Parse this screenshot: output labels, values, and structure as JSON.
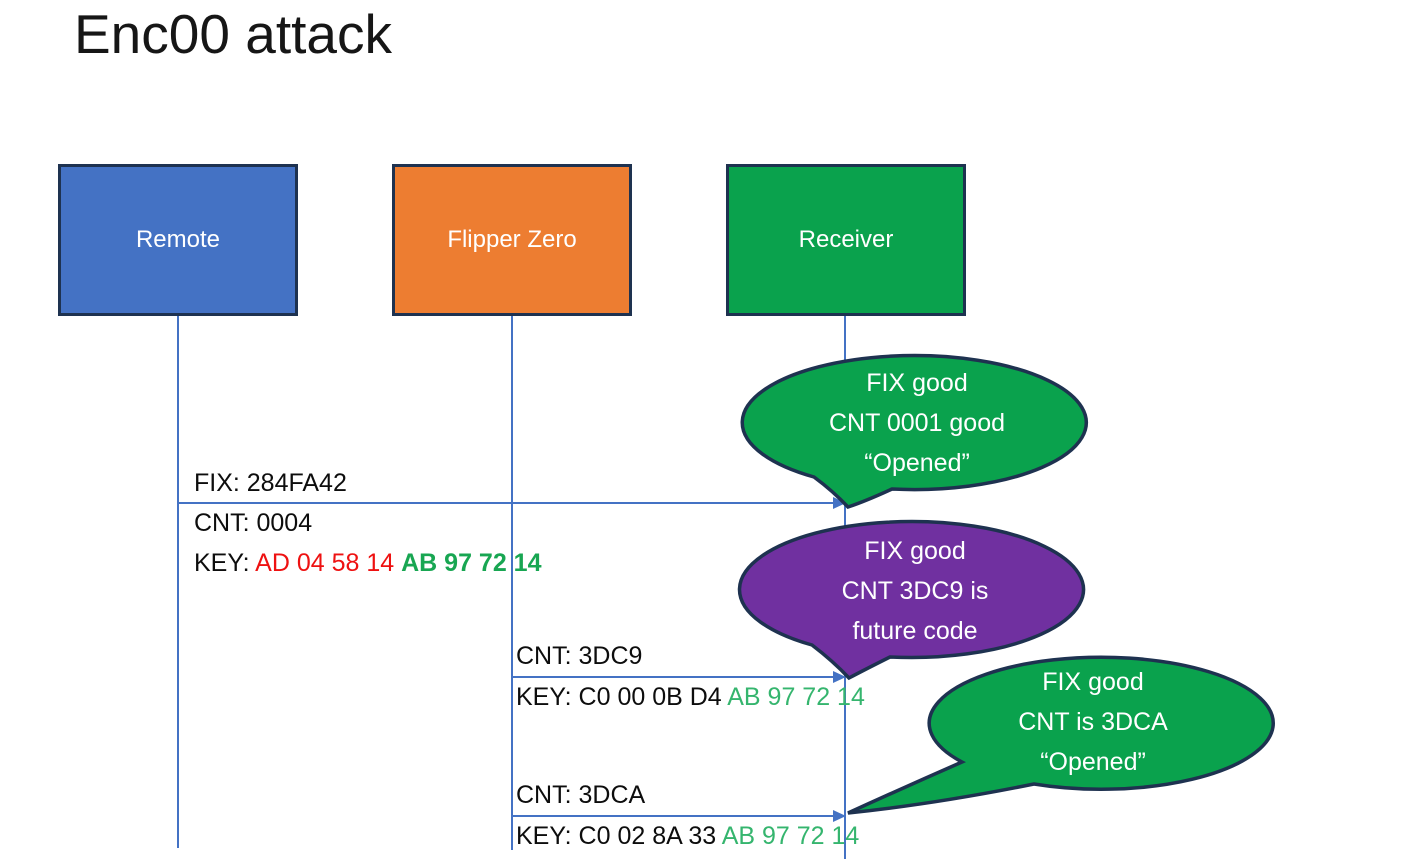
{
  "title": "Enc00 attack",
  "actors": [
    {
      "label": "Remote",
      "fill": "#4472C4"
    },
    {
      "label": "Flipper Zero",
      "fill": "#ED7D31"
    },
    {
      "label": "Receiver",
      "fill": "#0AA24D"
    }
  ],
  "messages": [
    {
      "fix": "FIX: 284FA42",
      "cnt": "CNT: 0004",
      "key_prefix": "KEY: ",
      "key_red": "AD 04 58 14 ",
      "key_green": "AB 97 72 14"
    },
    {
      "cnt": "CNT: 3DC9",
      "key_prefix": "KEY: C0 00 0B D4 ",
      "key_green": "AB 97 72 14"
    },
    {
      "cnt": "CNT: 3DCA",
      "key_prefix": "KEY: C0 02 8A 33 ",
      "key_green": "AB 97 72 14"
    }
  ],
  "callouts": [
    {
      "color": "green",
      "lines": [
        "FIX good",
        "CNT 0001 good",
        "“Opened”"
      ]
    },
    {
      "color": "purple",
      "lines": [
        "FIX good",
        "CNT 3DC9 is",
        "future code"
      ]
    },
    {
      "color": "green",
      "lines": [
        "FIX good",
        "CNT is 3DCA",
        "“Opened”"
      ]
    }
  ],
  "colors": {
    "remote_blue": "#4472C4",
    "flipper_orange": "#ED7D31",
    "receiver_green": "#0AA24D",
    "callout_green": "#0AA24D",
    "callout_purple": "#7030A0",
    "outline_navy": "#1E3250",
    "connector_blue": "#4472C4",
    "key_red": "#EE1111",
    "key_green_bold": "#18A652",
    "key_green": "#35B56E"
  }
}
